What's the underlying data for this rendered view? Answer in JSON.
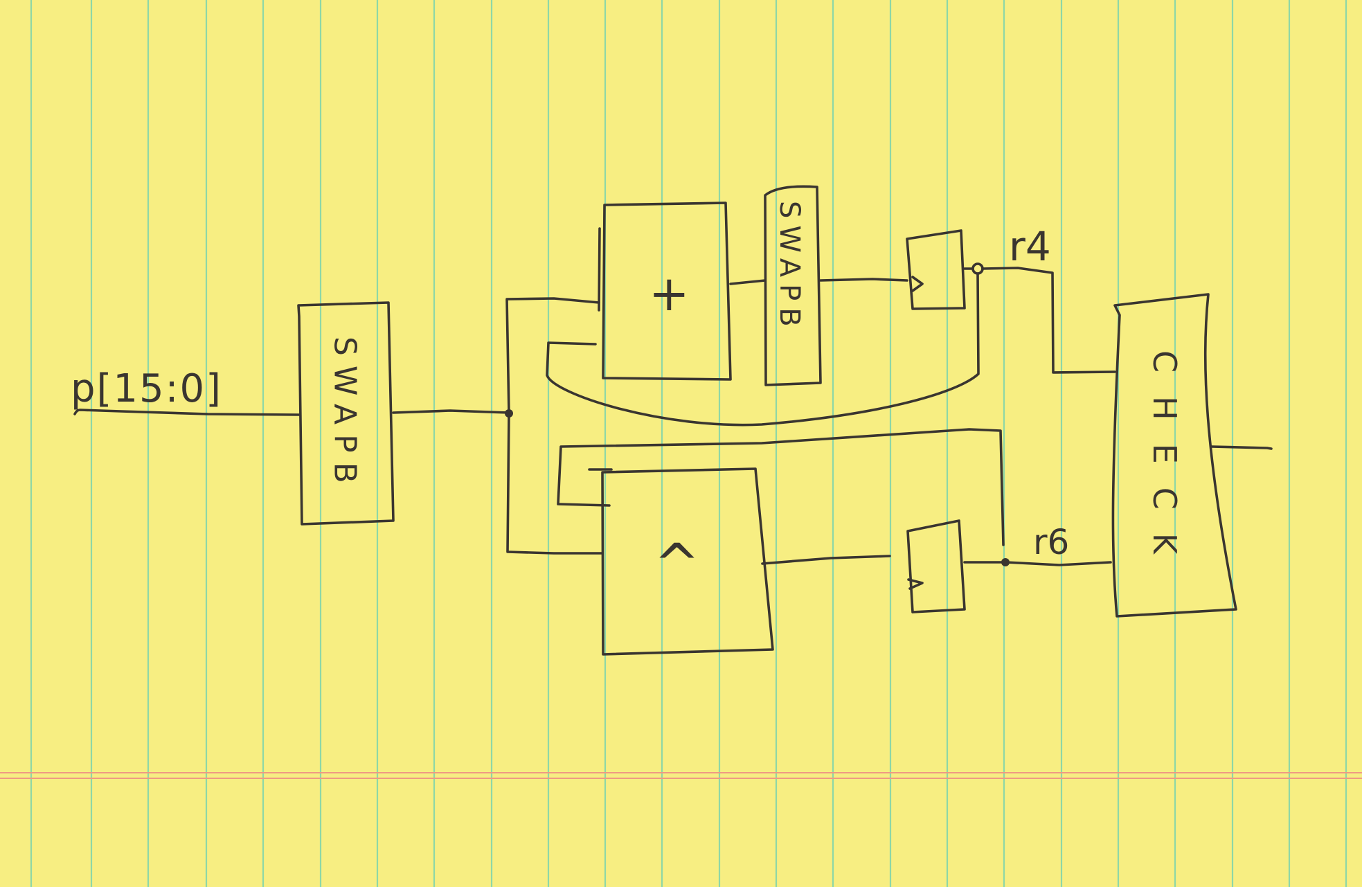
{
  "diagram": {
    "input_label": "p[15:0]",
    "blocks": {
      "swap_left": "SWAPB",
      "swap_top": "SWAPB",
      "adder": "+",
      "xor": "^",
      "check": "CHECK"
    },
    "registers": {
      "r4_label": "r4",
      "r6_label": "r6"
    }
  }
}
